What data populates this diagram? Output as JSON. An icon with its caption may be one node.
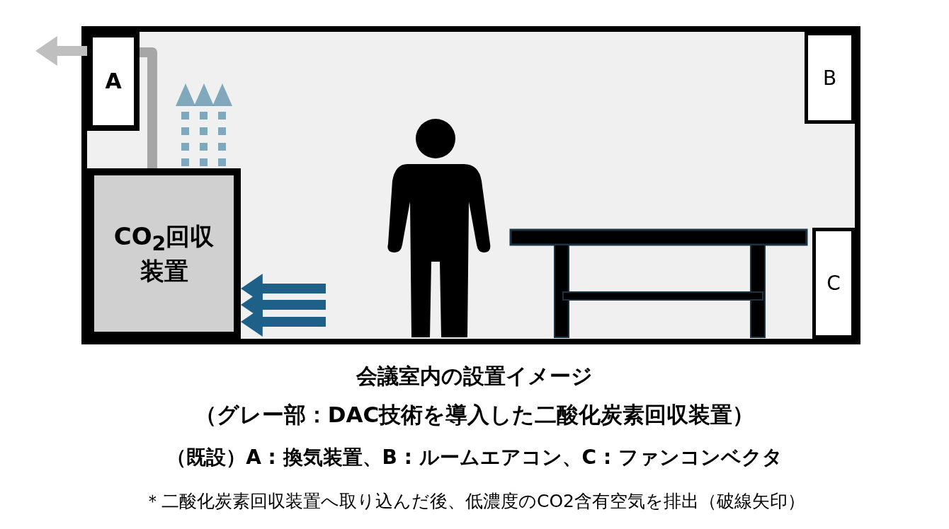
{
  "diagram": {
    "title": "会議室内の設置イメージ",
    "nodes": [
      {
        "text": [],
        "shape": "box"
      },
      {
        "text": [
          "A"
        ],
        "in": 0
      },
      {
        "text": [
          "B"
        ],
        "in": 0
      },
      {
        "text": [
          "C"
        ],
        "in": 0
      },
      {
        "text": [
          "CO$_{2}$回収装置"
        ],
        "in": 0
      }
    ],
    "edges": [
      {
        "from": 4,
        "to": 1,
        "arrow": "none",
        "color": "#a6a6a6"
      },
      {
        "from": 1,
        "to": null,
        "arrow": "to",
        "color": "#bfbfbf"
      },
      {
        "from": null,
        "to": 4,
        "arrow": "to"
      },
      {
        "from": null,
        "to": 4,
        "arrow": "to"
      },
      {
        "from": null,
        "to": 4,
        "arrow": "to"
      }
    ],
    "labels": [
      "（グレー部：DAC技術を導入した二酸化炭素回収装置）",
      "（既設）A : 換気装置、B : ルームエアコン、C : ファンコンベクタ",
      "＊二酸化炭素回収装置へ取り込んだ後、低濃度のCO2含有空気を排出（破線矢印）"
    ]
  }
}
